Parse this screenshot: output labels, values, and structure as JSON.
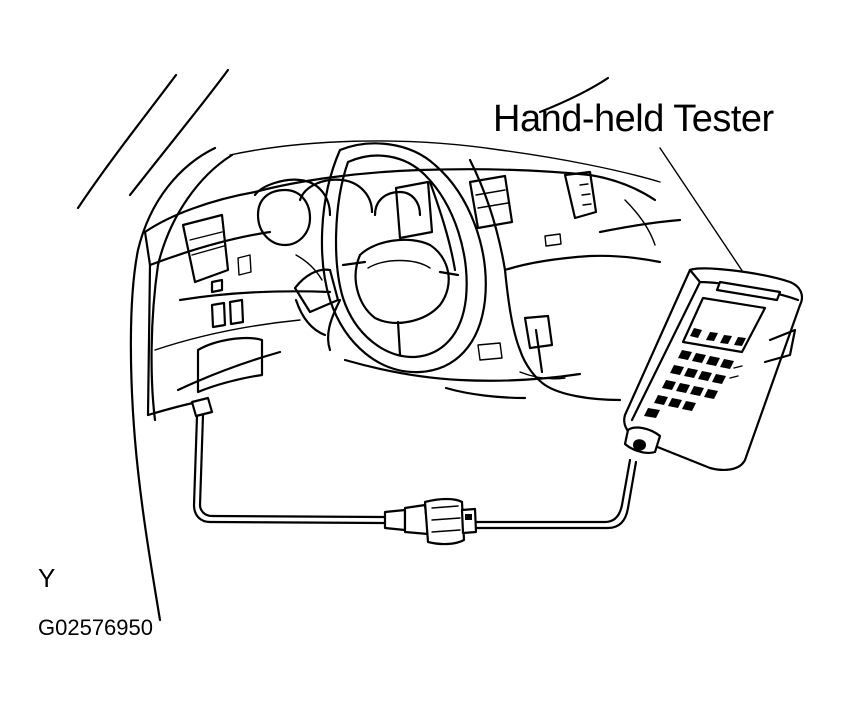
{
  "labels": {
    "callout": "Hand-held Tester",
    "view_mark": "Y",
    "figure_code": "G02576950"
  },
  "icons": [
    "vehicle-dashboard-illustration",
    "hand-held-tester-device",
    "connector-cable"
  ]
}
